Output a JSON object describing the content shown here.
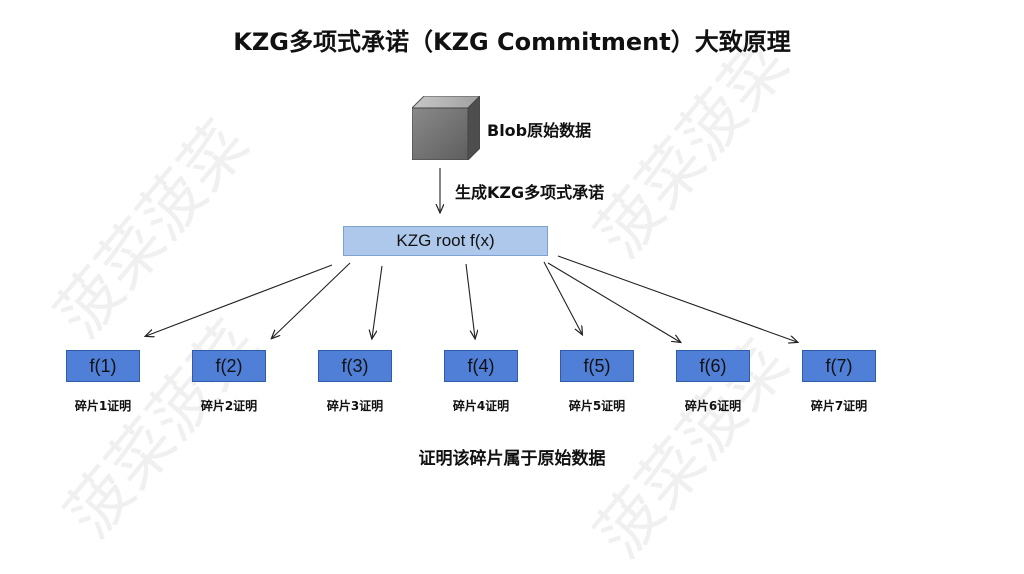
{
  "title": "KZG多项式承诺（KZG Commitment）大致原理",
  "blob_label": "Blob原始数据",
  "generate_label": "生成KZG多项式承诺",
  "root_label": "KZG root f(x)",
  "leaves": [
    {
      "label": "f(1)",
      "proof": "碎片1证明"
    },
    {
      "label": "f(2)",
      "proof": "碎片2证明"
    },
    {
      "label": "f(3)",
      "proof": "碎片3证明"
    },
    {
      "label": "f(4)",
      "proof": "碎片4证明"
    },
    {
      "label": "f(5)",
      "proof": "碎片5证明"
    },
    {
      "label": "f(6)",
      "proof": "碎片6证明"
    },
    {
      "label": "f(7)",
      "proof": "碎片7证明"
    }
  ],
  "footer": "证明该碎片属于原始数据",
  "watermark_text": "菠菜菠菜",
  "colors": {
    "root_fill": "#aec8ec",
    "leaf_fill": "#4f7fd6",
    "cube_front": "#7a7a7a",
    "cube_top": "#bdbdbd",
    "cube_side": "#5a5a5a"
  }
}
